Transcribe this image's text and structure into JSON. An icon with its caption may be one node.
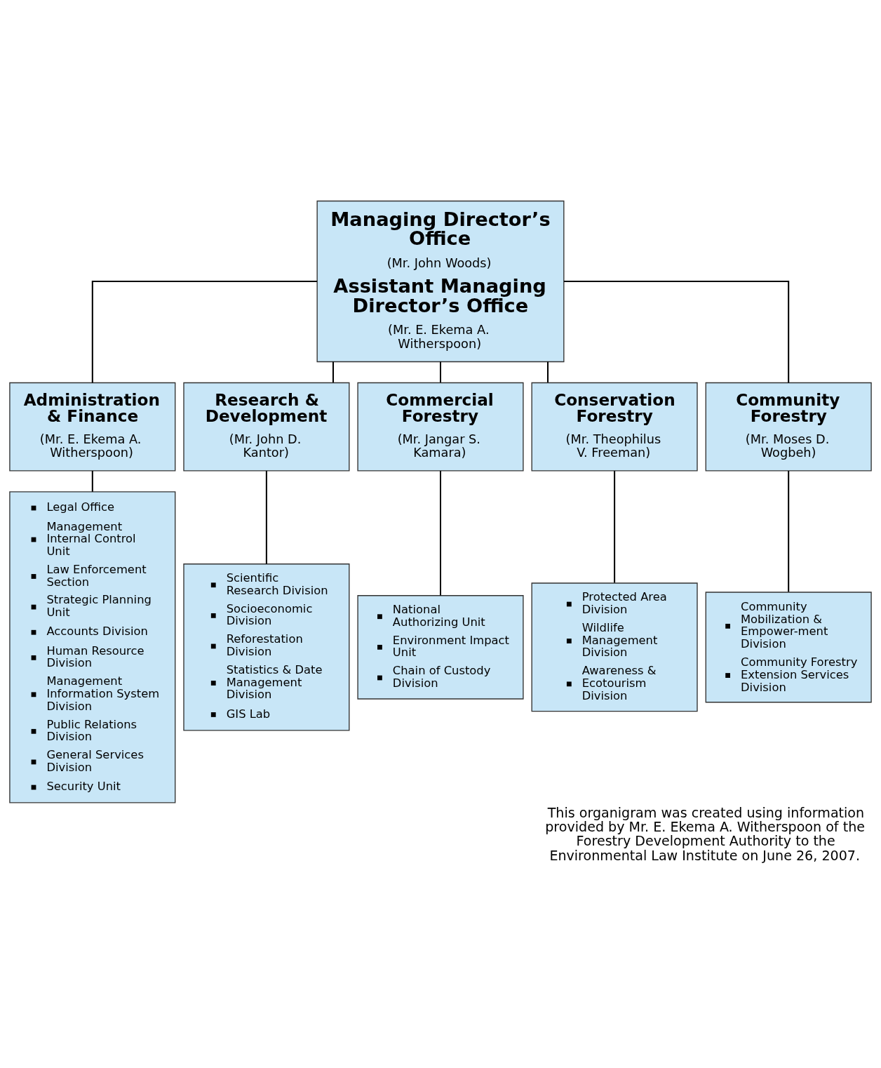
{
  "diagram": {
    "caption": "This organigram was created using information provided by Mr. E. Ekema A. Witherspoon of the Forestry Development Authority to the Environmental Law Institute on June 26, 2007.",
    "nodes": [
      {
        "text": [
          "Managing Director’s Office",
          "(Mr. John Woods)",
          "Assistant Managing Director’s Office",
          "(Mr. E. Ekema A. Witherspoon)"
        ]
      },
      {
        "text": [
          "Administration & Finance",
          "(Mr. E. Ekema A. Witherspoon)"
        ]
      },
      {
        "text": [
          "Research & Development",
          "(Mr. John D. Kantor)"
        ]
      },
      {
        "text": [
          "Commercial Forestry",
          "(Mr. Jangar S. Kamara)"
        ]
      },
      {
        "text": [
          "Conservation Forestry",
          "(Mr. Theophilus V. Freeman)"
        ]
      },
      {
        "text": [
          "Community Forestry",
          "(Mr. Moses D. Wogbeh)"
        ]
      },
      {
        "text": [
          "Legal Office",
          "Management Internal Control Unit",
          "Law Enforcement Section",
          "Strategic Planning Unit",
          "Accounts Division",
          "Human Resource Division",
          "Management Information System Division",
          "Public Relations Division",
          "General Services Division",
          "Security Unit"
        ]
      },
      {
        "text": [
          "Scientific Research Division",
          "Socioeconomic Division",
          "Reforestation Division",
          "Statistics & Date Management Division",
          "GIS Lab"
        ]
      },
      {
        "text": [
          "National Authorizing Unit",
          "Environment Impact Unit",
          "Chain of Custody Division"
        ]
      },
      {
        "text": [
          "Protected Area Division",
          "Wildlife Management Division",
          "Awareness & Ecotourism Division"
        ]
      },
      {
        "text": [
          "Community Mobilization & Empower-ment Division",
          "Community Forestry Extension Services Division"
        ]
      }
    ],
    "edges": [
      {
        "from": 0,
        "to": 1,
        "arrow": "none"
      },
      {
        "from": 0,
        "to": 2,
        "arrow": "none"
      },
      {
        "from": 0,
        "to": 3,
        "arrow": "none"
      },
      {
        "from": 0,
        "to": 4,
        "arrow": "none"
      },
      {
        "from": 0,
        "to": 5,
        "arrow": "none"
      },
      {
        "from": 1,
        "to": 6,
        "arrow": "none"
      },
      {
        "from": 2,
        "to": 7,
        "arrow": "none"
      },
      {
        "from": 3,
        "to": 8,
        "arrow": "none"
      },
      {
        "from": 4,
        "to": 9,
        "arrow": "none"
      },
      {
        "from": 5,
        "to": 10,
        "arrow": "none"
      }
    ]
  }
}
